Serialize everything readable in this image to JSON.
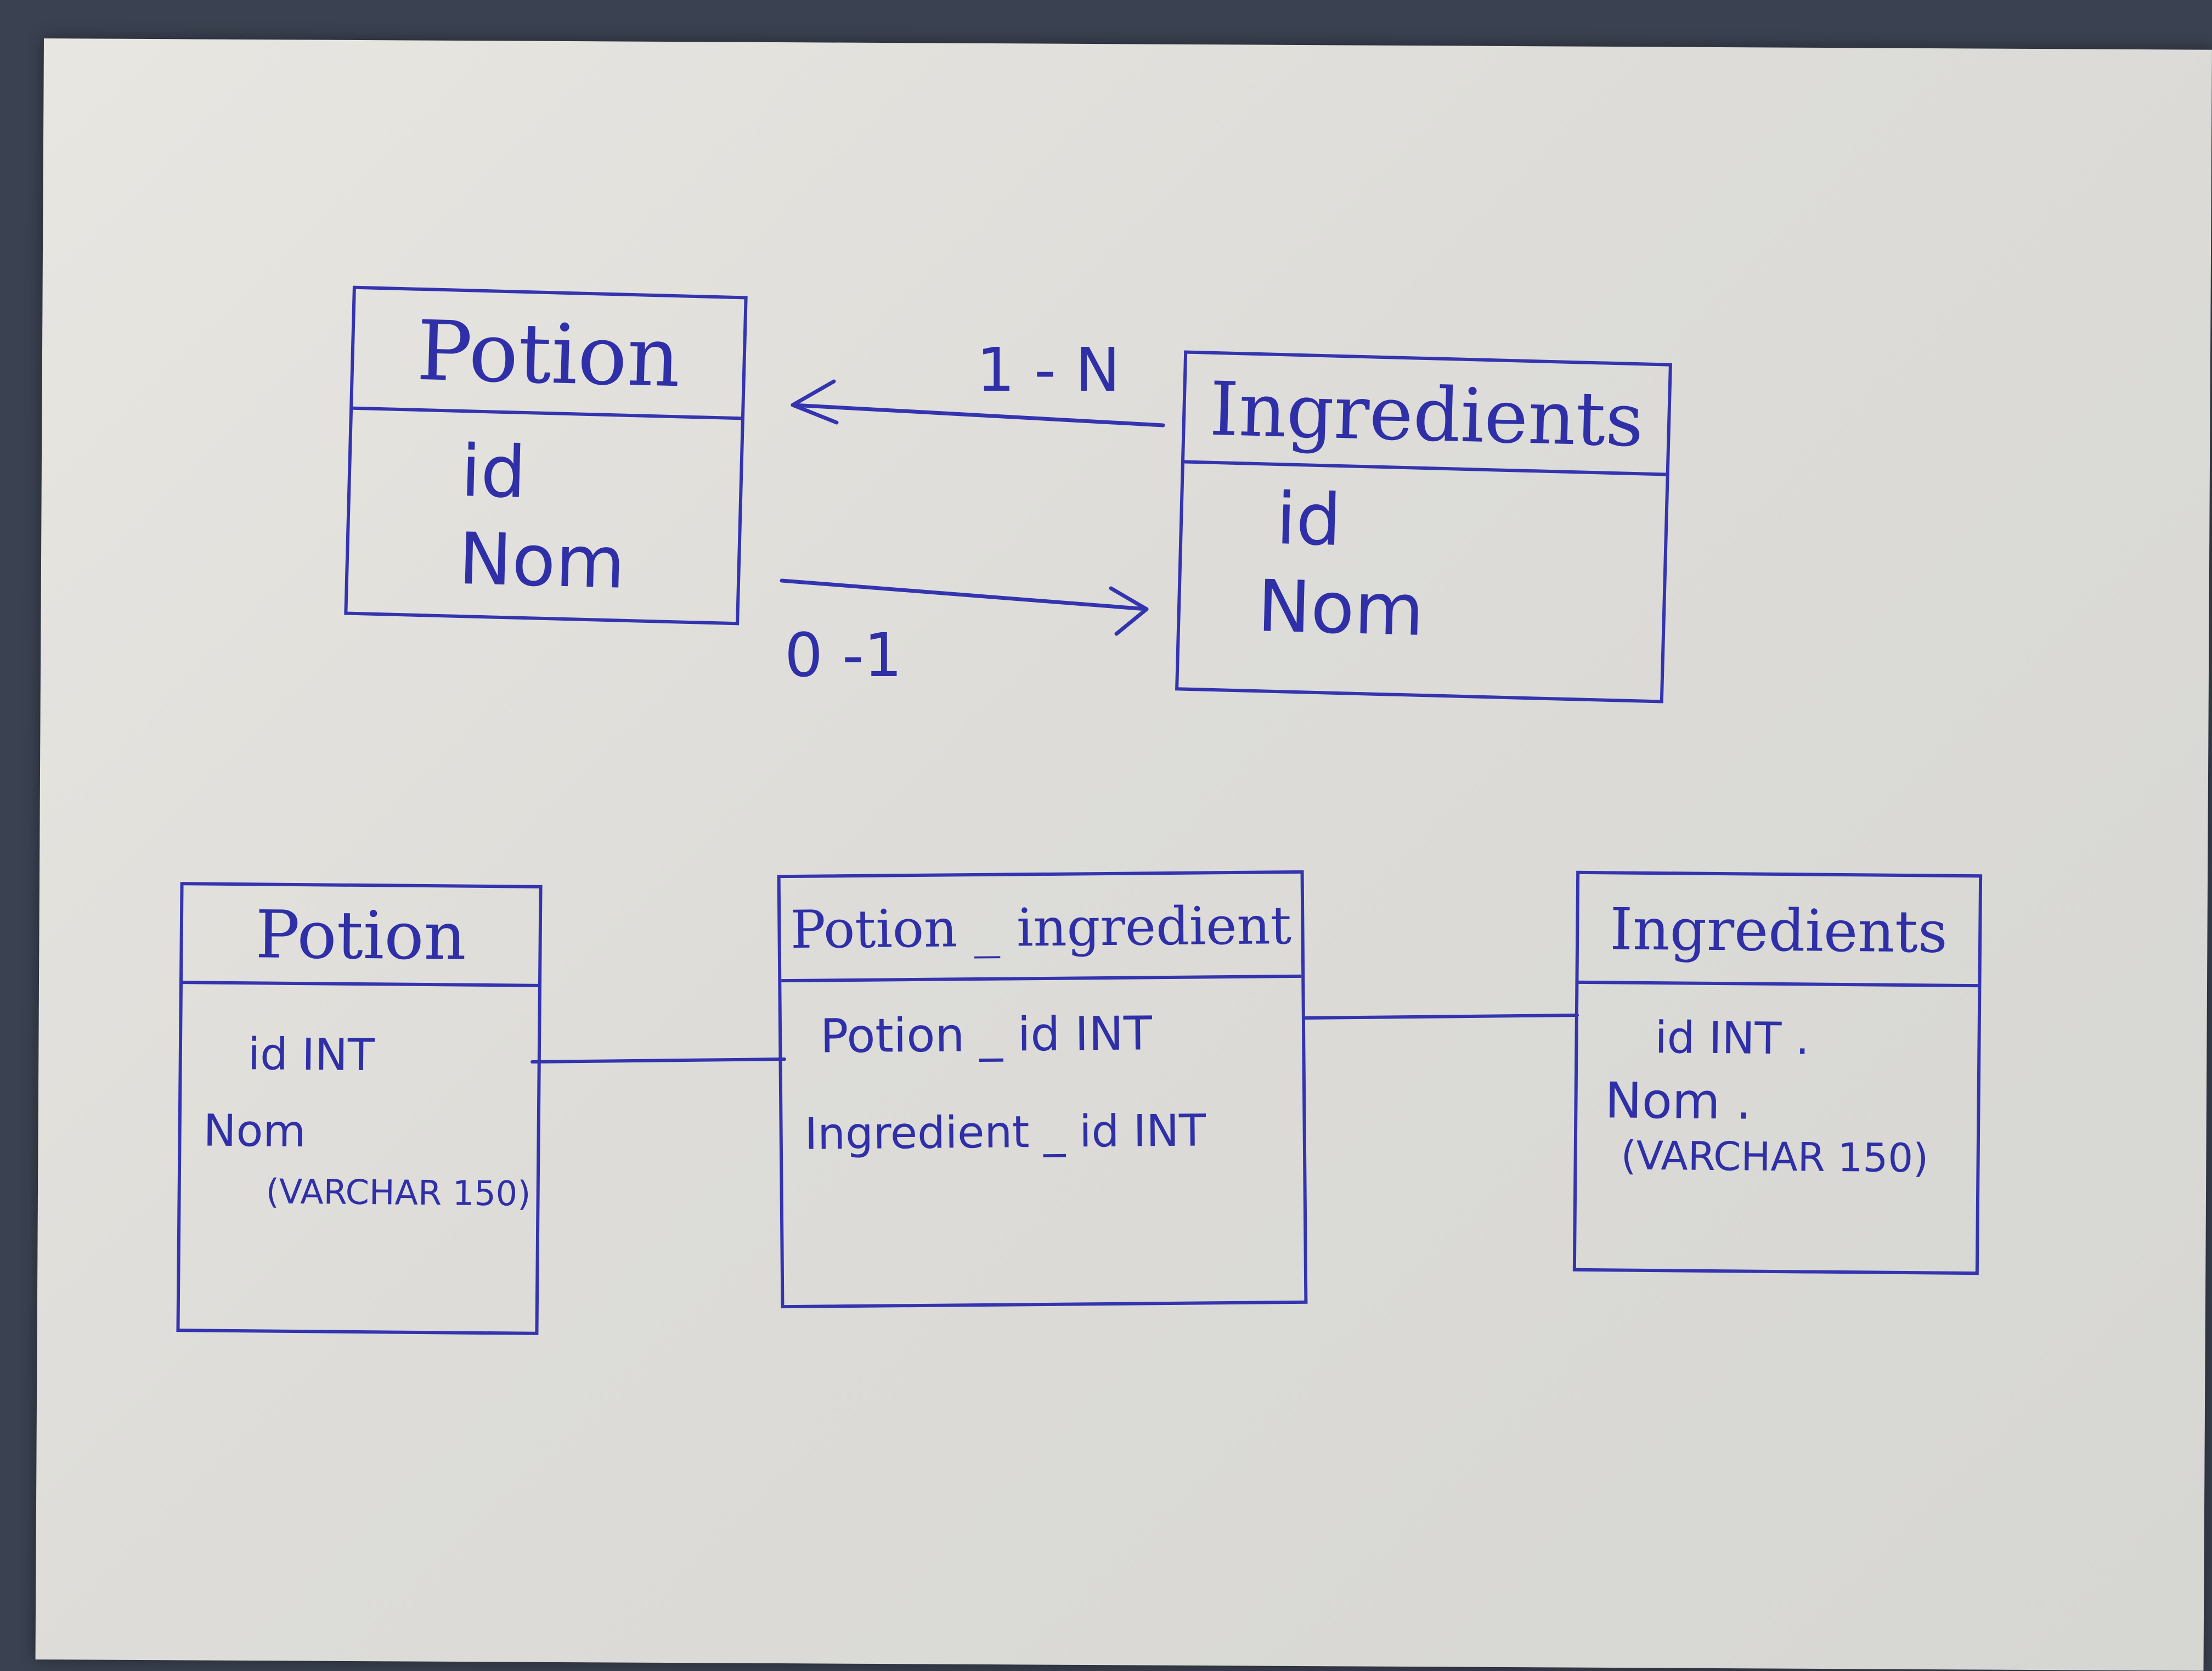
{
  "ink_color": "#3434b0",
  "conceptual": {
    "potion": {
      "title": "Potion",
      "attributes": [
        "id",
        "Nom"
      ]
    },
    "ingredients": {
      "title": "Ingredients",
      "attributes": [
        "id",
        "Nom"
      ]
    },
    "relation_top_label": "1 - N",
    "relation_bottom_label": "0 -1"
  },
  "logical": {
    "potion": {
      "title": "Potion",
      "attributes": [
        "id INT",
        "Nom",
        "(VARCHAR 150)"
      ]
    },
    "potion_ingredient": {
      "title": "Potion _ ingredient",
      "attributes": [
        "Potion _ id INT",
        "Ingredient _ id INT"
      ]
    },
    "ingredients": {
      "title": "Ingredients",
      "attributes": [
        "id INT .",
        "Nom .",
        "(VARCHAR 150)"
      ]
    }
  }
}
